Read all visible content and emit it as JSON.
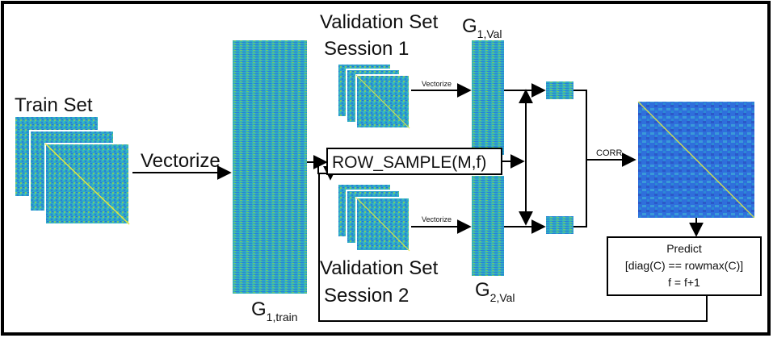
{
  "labels": {
    "train_set": "Train Set",
    "vectorize_main": "Vectorize",
    "validation_1": [
      "Validation Set",
      "Session 1"
    ],
    "validation_2": [
      "Validation Set",
      "Session 2"
    ],
    "vectorize_small_1": "Vectorize",
    "vectorize_small_2": "Vectorize",
    "row_sample": "ROW_SAMPLE(M,f)",
    "corr": "CORR",
    "g_train": {
      "base": "G",
      "sub": "1,train"
    },
    "g1_val": {
      "base": "G",
      "sub": "1,Val"
    },
    "g2_val": {
      "base": "G",
      "sub": "2,Val"
    },
    "predict": {
      "title": "Predict",
      "line1": "[diag(C) == rowmax(C)]",
      "line2": "f = f+1"
    }
  },
  "colors": {
    "matrix_base": "#2ea8c8",
    "matrix_low": "#2c5fd0",
    "matrix_high": "#b8dc42",
    "diag": "#e6e640",
    "arrow": "#000000",
    "frame": "#000000"
  }
}
